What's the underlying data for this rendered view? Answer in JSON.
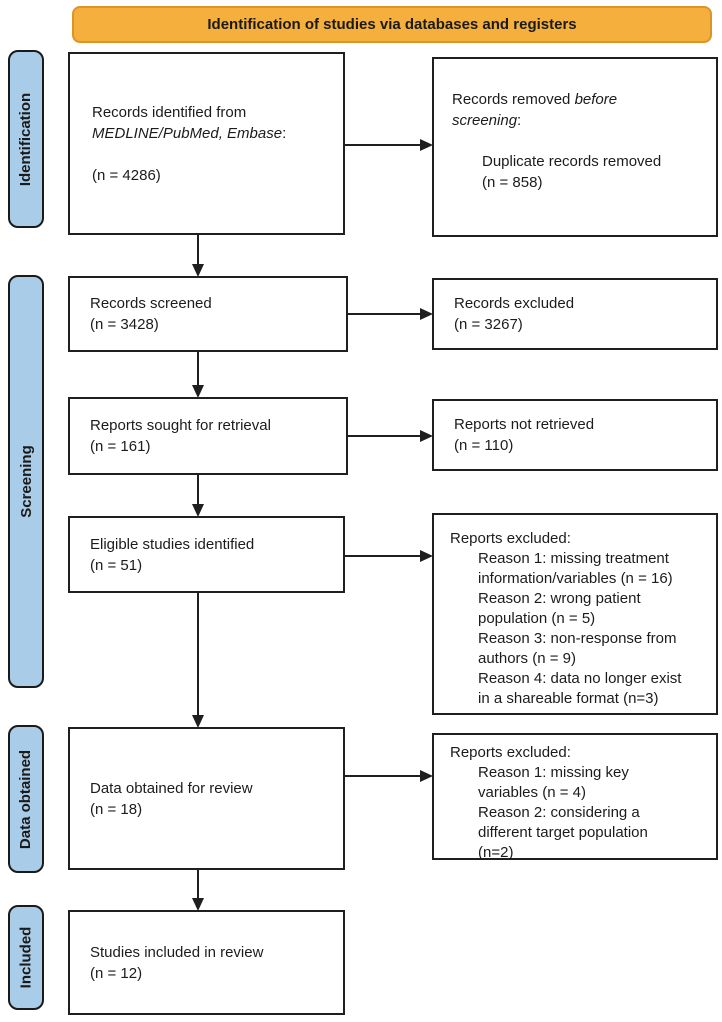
{
  "header": {
    "title": "Identification of studies via databases and registers"
  },
  "colors": {
    "header_fill": "#F5AF3C",
    "header_border": "#DB9425",
    "header_text": "#1a1a1a",
    "sidebar_fill": "#A9CCE9",
    "sidebar_border": "#1a1a1a",
    "box_fill": "#FFFFFF",
    "box_border": "#1F1F1F",
    "arrow": "#1F1F1F",
    "text": "#1C1C1C"
  },
  "sidebar": [
    {
      "label": "Identification"
    },
    {
      "label": "Screening"
    },
    {
      "label": "Data obtained"
    },
    {
      "label": "Included"
    }
  ],
  "boxes": {
    "records_identified": {
      "text_prefix": "Records identified from ",
      "text_italic": "MEDLINE/PubMed, Embase",
      "text_suffix": ":",
      "count": "(n = 4286)"
    },
    "records_removed": {
      "text_prefix": "Records removed ",
      "text_italic": "before screening",
      "text_suffix": ":",
      "sub_text": "Duplicate records removed",
      "sub_count": "(n = 858)"
    },
    "records_screened": {
      "text": "Records screened",
      "count": "(n = 3428)"
    },
    "records_excluded": {
      "text": "Records excluded",
      "count": "(n = 3267)"
    },
    "reports_sought": {
      "text": "Reports sought for retrieval",
      "count": "(n = 161)"
    },
    "reports_not_retrieved": {
      "text": "Reports not retrieved",
      "count": "(n = 110)"
    },
    "eligible_studies": {
      "text": "Eligible studies identified",
      "count": "(n = 51)"
    },
    "reports_excluded_eligibility": {
      "title": "Reports excluded:",
      "reasons": [
        "Reason 1: missing treatment information/variables (n = 16)",
        "Reason 2: wrong patient population (n = 5)",
        "Reason 3: non-response from authors (n = 9)",
        "Reason 4: data no longer exist in a shareable format (n=3)"
      ]
    },
    "data_obtained": {
      "text": "Data obtained for review",
      "count": "(n = 18)"
    },
    "reports_excluded_data": {
      "title": "Reports excluded:",
      "reasons": [
        "Reason 1: missing key variables (n = 4)",
        "Reason 2: considering a different target population (n=2)"
      ]
    },
    "studies_included": {
      "text": "Studies included in review",
      "count": "(n = 12)"
    }
  }
}
